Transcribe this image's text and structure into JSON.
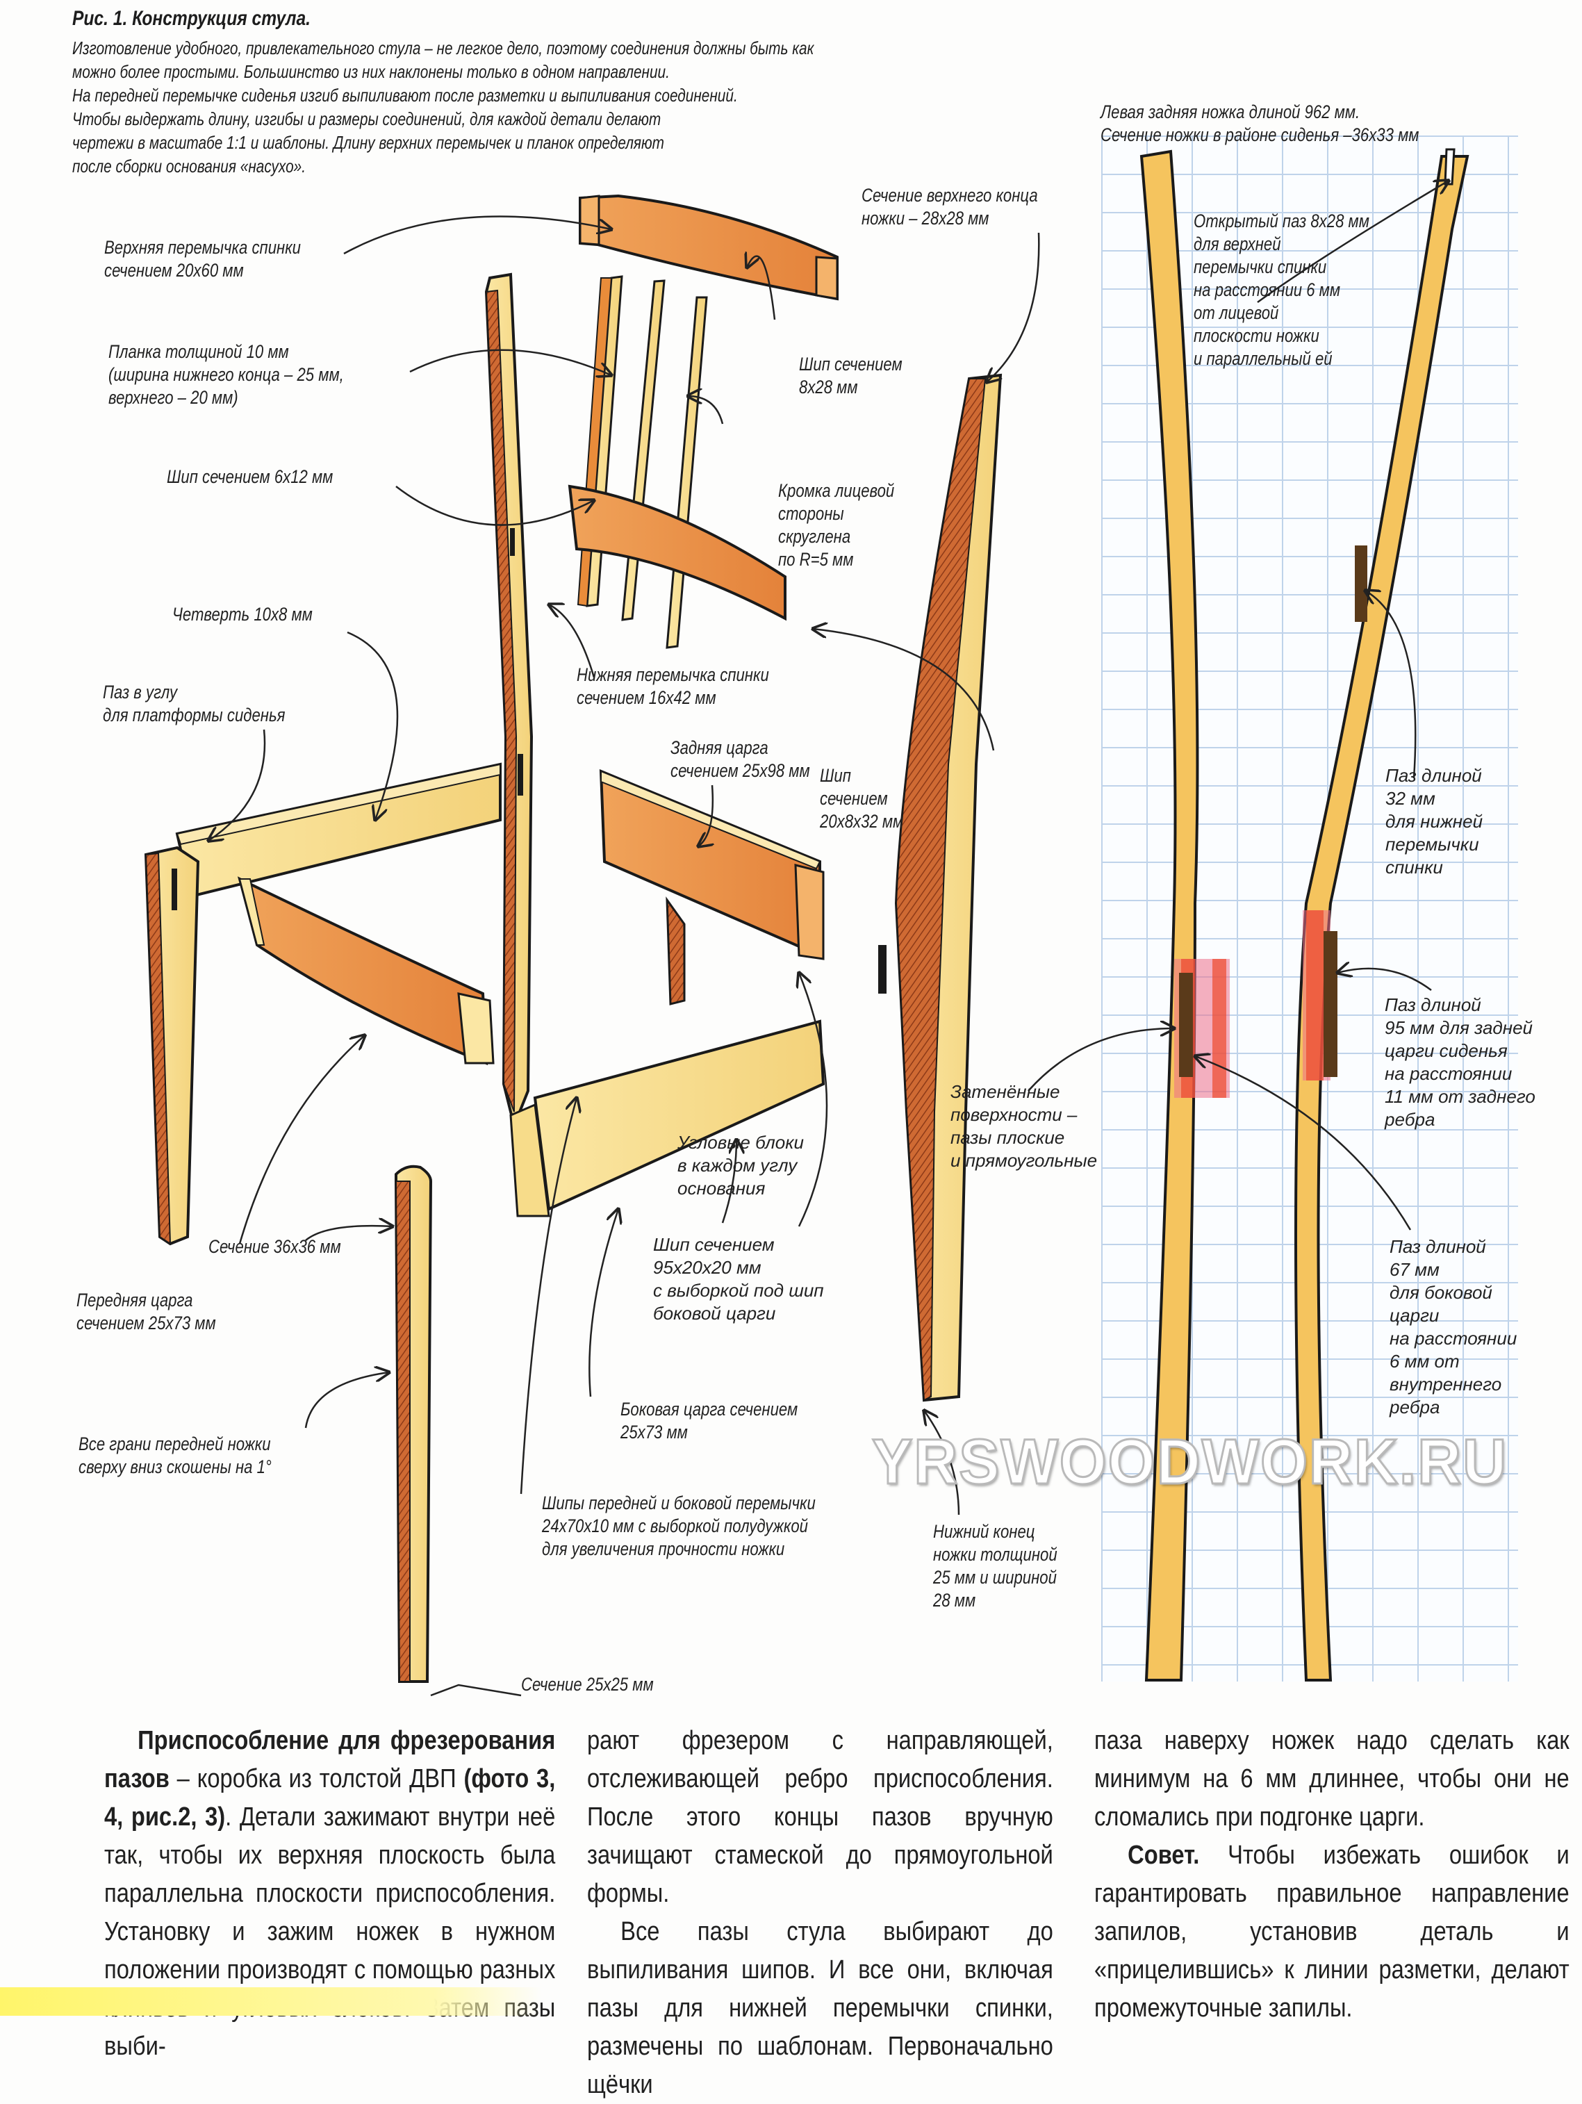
{
  "figure": {
    "title": "Рис. 1. Конструкция стула.",
    "caption_lines": [
      "Изготовление удобного, привлекательного стула – не легкое дело, поэтому соединения должны быть как",
      "можно более простыми. Большинство из них наклонены только в одном направлении.",
      "На передней перемычке сиденья изгиб выпиливают после разметки и выпиливания соединений.",
      "Чтобы выдержать длину, изгибы и размеры соединений, для каждой детали делают",
      "чертежи в масштабе 1:1 и шаблоны. Длину верхних перемычек и планок определяют",
      "после сборки основания «насухо»."
    ]
  },
  "labels": {
    "top_rail": [
      "Верхняя перемычка спинки",
      "сечением 20х60 мм"
    ],
    "slat": [
      "Планка толщиной 10 мм",
      "(ширина нижнего конца – 25 мм,",
      "верхнего – 20 мм)"
    ],
    "tenon_6x12": [
      "Шип сечением 6х12 мм"
    ],
    "rabbet": [
      "Четверть 10х8 мм"
    ],
    "corner_groove": [
      "Паз в углу",
      "для платформы сиденья"
    ],
    "leg_top_section": [
      "Сечение верхнего конца",
      "ножки – 28х28 мм"
    ],
    "tenon_8x28": [
      "Шип сечением",
      "8х28 мм"
    ],
    "slat_edge": [
      "Кромка лицевой",
      "стороны",
      "скруглена",
      "по R=5 мм"
    ],
    "bottom_rail": [
      "Нижняя перемычка спинки",
      "сечением 16х42 мм"
    ],
    "back_apron": [
      "Задняя царга",
      "сечением 25х98 мм"
    ],
    "tenon_20x8x32": [
      "Шип",
      "сечением",
      "20х8х32 мм"
    ],
    "corner_blocks": [
      "Угловые блоки",
      "в каждом углу",
      "основания"
    ],
    "tenon_95x20x20": [
      "Шип сечением",
      "95х20х20 мм",
      "с выборкой под шип",
      "боковой царги"
    ],
    "section_36": [
      "Сечение 36х36 мм"
    ],
    "front_apron": [
      "Передняя царга",
      "сечением 25х73 мм"
    ],
    "front_leg_taper": [
      "Все грани передней ножки",
      "сверху вниз скошены на 1°"
    ],
    "side_apron": [
      "Боковая царга сечением",
      "25х73 мм"
    ],
    "front_side_tenons": [
      "Шипы передней и боковой перемычки",
      "24х70х10 мм с выборкой полудужкой",
      "для увеличения прочности ножки"
    ],
    "leg_bottom_end": [
      "Нижний конец",
      "ножки толщиной",
      "25 мм и шириной",
      "28 мм"
    ],
    "section_25": [
      "Сечение 25х25 мм"
    ],
    "shaded_surfaces": [
      "Затенённые",
      "поверхности –",
      "пазы плоские",
      "и прямоугольные"
    ],
    "left_back_leg": [
      "Левая задняя ножка длиной 962 мм.",
      "Сечение ножки в районе сиденья –36х33 мм"
    ],
    "open_mortise": [
      "Открытый паз 8х28 мм",
      "для верхней",
      "перемычки спинки",
      "на расстоянии 6 мм",
      "от лицевой",
      "плоскости ножки",
      "и параллельный ей"
    ],
    "mortise_32": [
      "Паз длиной",
      "32 мм",
      "для нижней",
      "перемычки",
      "спинки"
    ],
    "mortise_95": [
      "Паз длиной",
      "95 мм для задней",
      "царги сиденья",
      "на расстоянии",
      "11 мм от заднего",
      "ребра"
    ],
    "mortise_67": [
      "Паз длиной",
      "67 мм",
      "для боковой",
      "царги",
      "на расстоянии",
      "6 мм от",
      "внутреннего",
      "ребра"
    ]
  },
  "watermark": "YRSWOODWORK.RU",
  "body_text": {
    "col1": {
      "lead_bold": "Приспособление для фрезерования пазов",
      "lead_rest": " – коробка из толстой ДВП ",
      "ref_bold": "(фото 3, 4, рис.2, 3)",
      "rest": ". Детали зажимают внутри неё так, чтобы их верхняя плоскость была параллельна плоскости приспособления. Установку и зажим ножек в нужном положении производят с помощью разных клиньев и угловых блоков. Затем пазы выби-"
    },
    "col2": {
      "p1": "рают фрезером с направляющей, отслеживающей ребро приспособления. После этого концы пазов вручную зачищают стамеской до прямоугольной формы.",
      "p2": "Все пазы стула выбирают до выпиливания шипов. И все они, включая пазы для нижней перемычки спинки, размечены по шаблонам. Первоначально щёчки"
    },
    "col3": {
      "p1": "паза наверху ножек надо сделать как минимум на 6 мм длиннее, чтобы они не сломались при подгонке царги.",
      "tip_bold": "Совет.",
      "tip_rest": " Чтобы избежать ошибок и гарантировать правильное направление запилов, установив деталь и «прицелившись» к линии разметки, делают промежуточные запилы."
    }
  },
  "colors": {
    "wood_light": "#f7dc8a",
    "wood_orange": "#e98c3a",
    "wood_dark": "#c0552a",
    "outline": "#1a1a1a",
    "grid_line": "#bfd3ea",
    "highlight_pink": "#ec6f8a",
    "highlight_red": "#ec4a2c",
    "footer_yellow": "#fff56a"
  }
}
